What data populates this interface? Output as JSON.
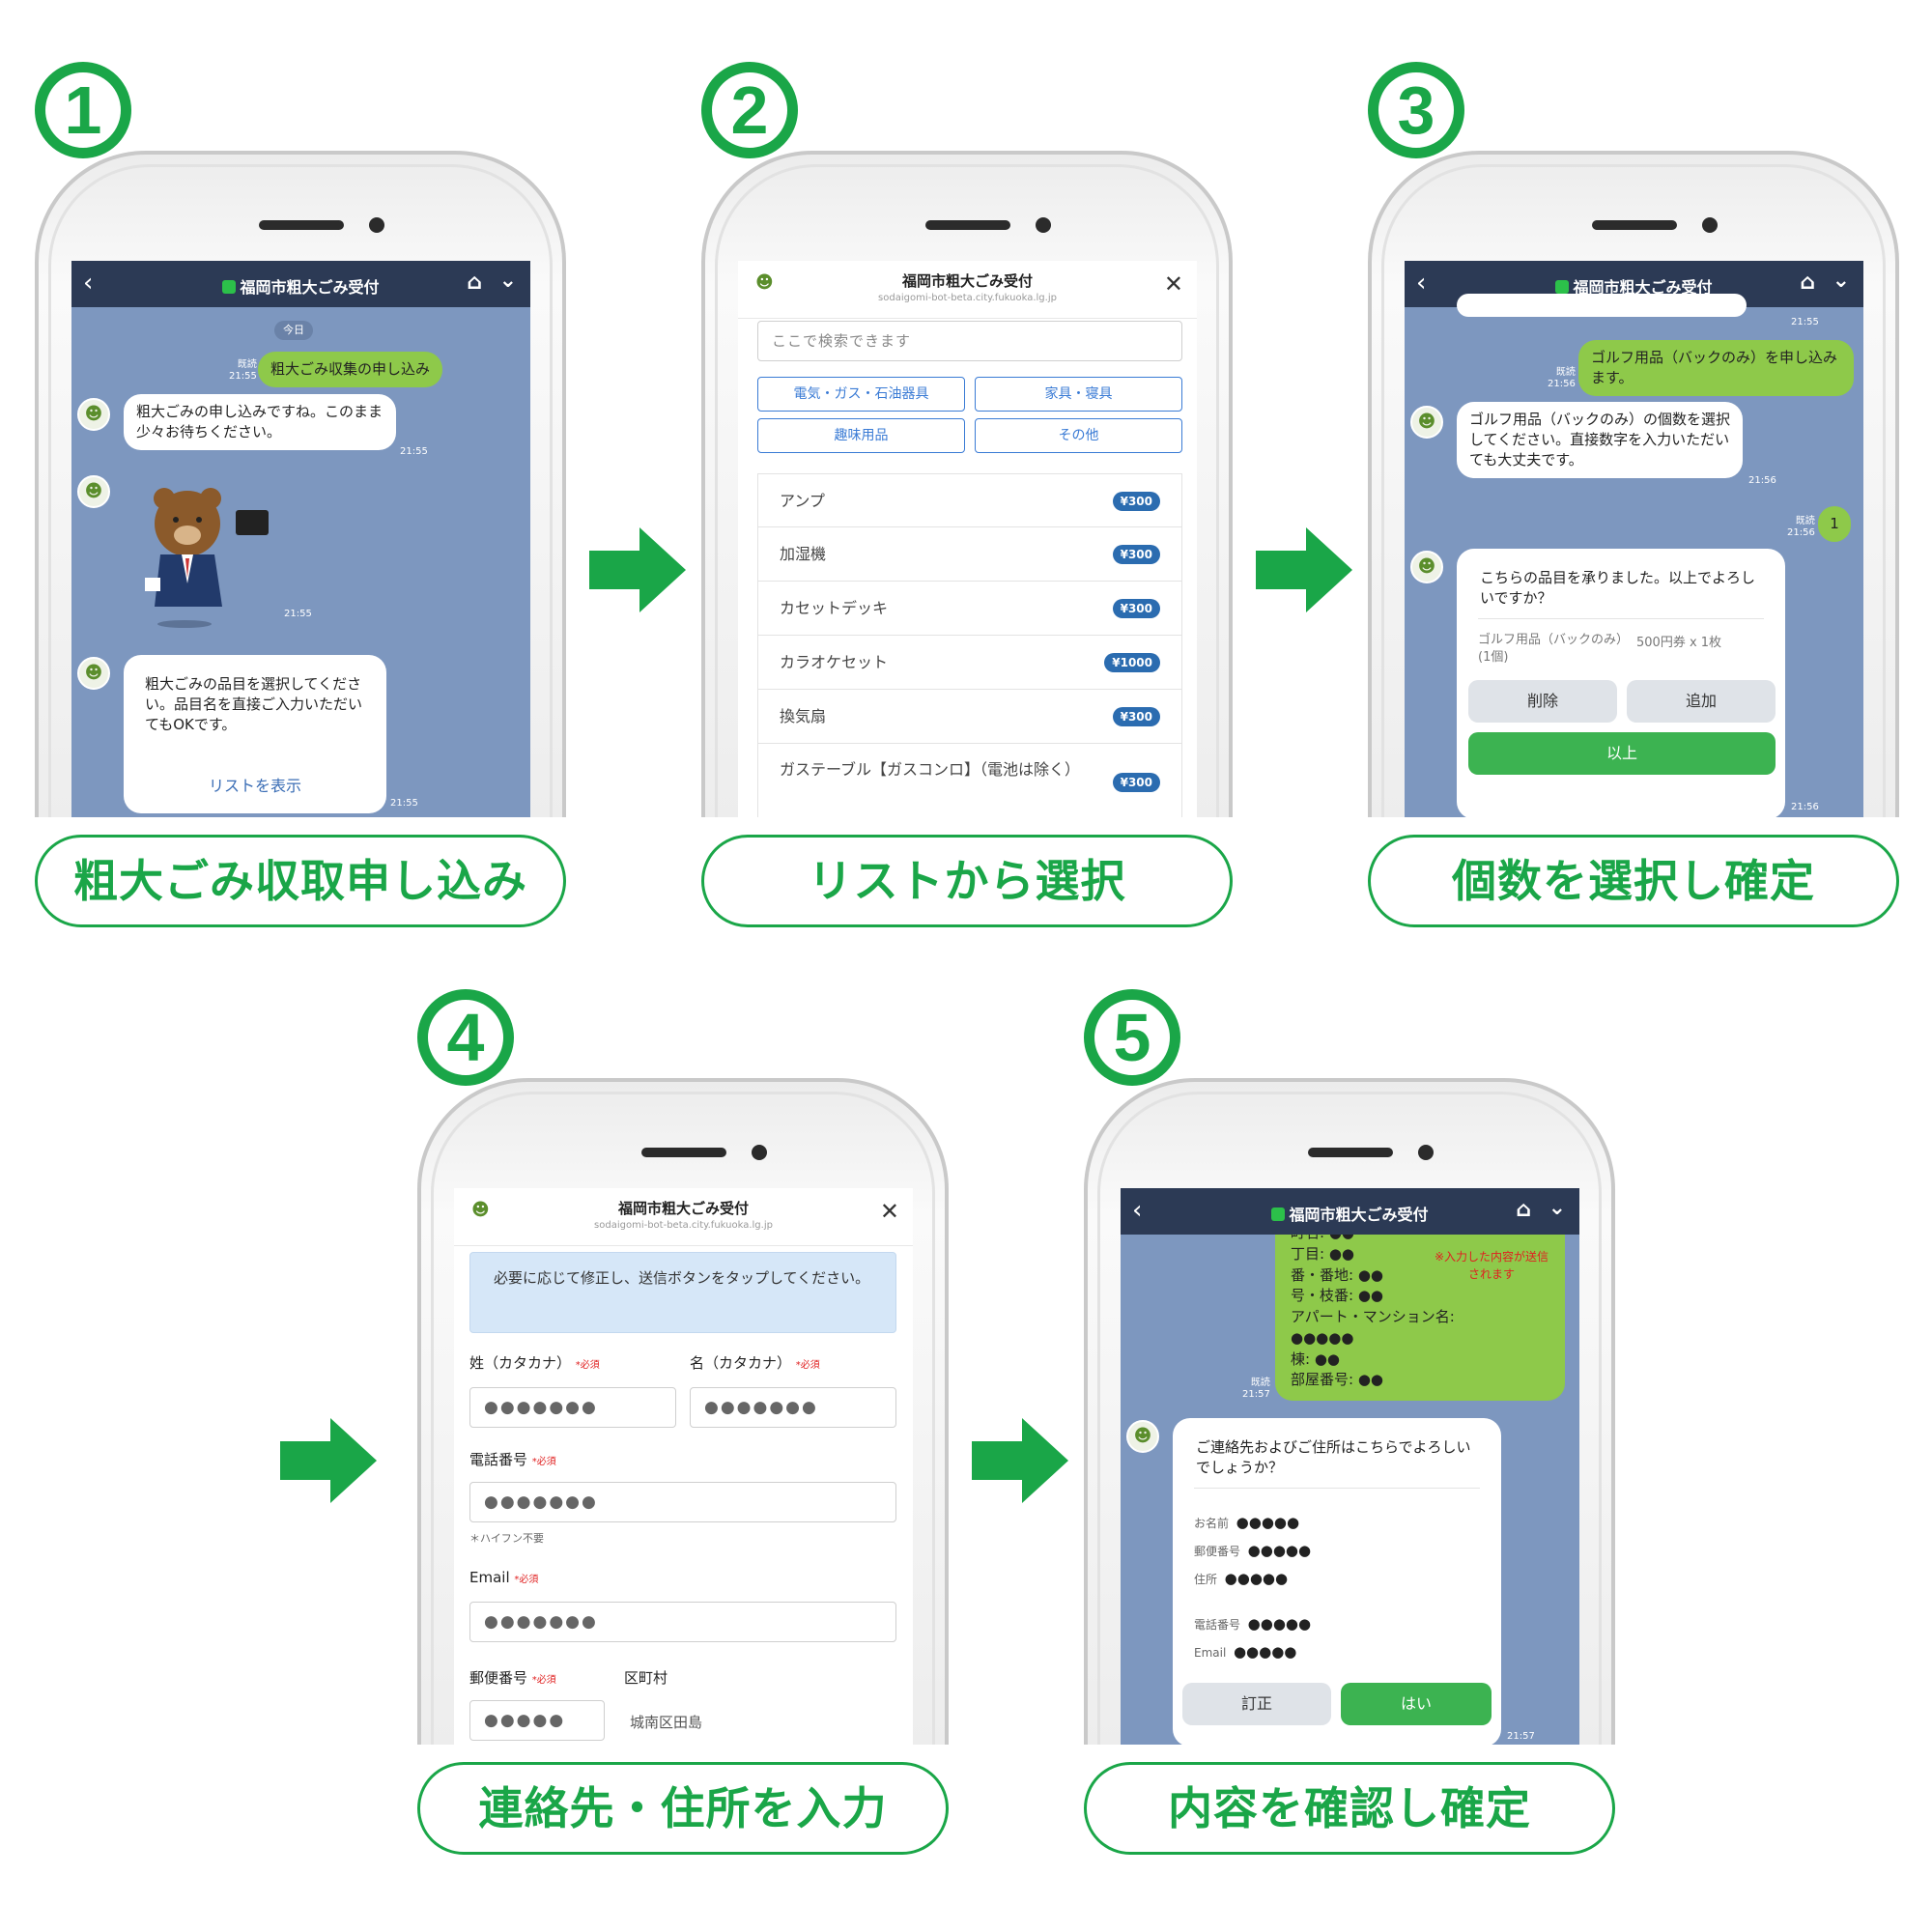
{
  "step1": {
    "num": "1",
    "caption": "粗大ごみ収取申し込み",
    "header_title": "福岡市粗大ごみ受付",
    "date_label": "今日",
    "user_msg": "粗大ごみ収集の申し込み",
    "read_label": "既読",
    "time": "21:55",
    "bot_msg1": "粗大ごみの申し込みですね。このまま少々お待ちください。",
    "bot_msg2": "粗大ごみの品目を選択してください。品目名を直接ご入力いただいてもOKです。",
    "show_list": "リストを表示"
  },
  "step2": {
    "num": "2",
    "caption": "リストから選択",
    "title": "福岡市粗大ごみ受付",
    "url": "sodaigomi-bot-beta.city.fukuoka.lg.jp",
    "search_placeholder": "ここで検索できます",
    "categories": [
      "電気・ガス・石油器具",
      "家具・寝具",
      "趣味用品",
      "その他"
    ],
    "items": [
      {
        "name": "アンプ",
        "price": "¥300"
      },
      {
        "name": "加湿機",
        "price": "¥300"
      },
      {
        "name": "カセットデッキ",
        "price": "¥300"
      },
      {
        "name": "カラオケセット",
        "price": "¥1000"
      },
      {
        "name": "換気扇",
        "price": "¥300"
      },
      {
        "name": "ガステーブル【ガスコンロ】（電池は除く）",
        "price": "¥300"
      }
    ]
  },
  "step3": {
    "num": "3",
    "caption": "個数を選択し確定",
    "header_title": "福岡市粗大ごみ受付",
    "time_top": "21:55",
    "user_msg": "ゴルフ用品（バックのみ）を申し込みます。",
    "read_label": "既読",
    "time": "21:56",
    "bot_msg": "ゴルフ用品（バックのみ）の個数を選択してください。直接数字を入力いただいても大丈夫です。",
    "user_num": "1",
    "confirm_msg": "こちらの品目を承りました。以上でよろしいですか？",
    "item_name": "ゴルフ用品（バックのみ）(1個)",
    "item_price": "500円券 x 1枚",
    "delete": "削除",
    "add": "追加",
    "done": "以上"
  },
  "step4": {
    "num": "4",
    "caption": "連絡先・住所を入力",
    "title": "福岡市粗大ごみ受付",
    "url": "sodaigomi-bot-beta.city.fukuoka.lg.jp",
    "notice": "必要に応じて修正し、送信ボタンをタップしてください。",
    "last_name": "姓（カタカナ）",
    "first_name": "名（カタカナ）",
    "required": "*必須",
    "masked": "●●●●●●●",
    "masked5": "●●●●●",
    "phone": "電話番号",
    "hyphen_note": "＊ハイフン不要",
    "email": "Email",
    "zip": "郵便番号",
    "ward": "区町村",
    "ward_value": "城南区田島"
  },
  "step5": {
    "num": "5",
    "caption": "内容を確認し確定",
    "header_title": "福岡市粗大ごみ受付",
    "addr_lines": [
      "町名: ●●",
      "丁目: ●●",
      "番・番地: ●●",
      "号・枝番: ●●",
      "アパート・マンション名:",
      "●●●●●",
      "棟: ●●",
      "部屋番号: ●●"
    ],
    "red_note": "※入力した内容が送信されます",
    "read_label": "既読",
    "time": "21:57",
    "confirm_msg": "ご連絡先およびご住所はこちらでよろしいでしょうか？",
    "fields": [
      {
        "label": "お名前",
        "value": "●●●●●"
      },
      {
        "label": "郵便番号",
        "value": "●●●●●"
      },
      {
        "label": "住所",
        "value": "●●●●●"
      },
      {
        "label": "電話番号",
        "value": "●●●●●"
      },
      {
        "label": "Email",
        "value": "●●●●●"
      }
    ],
    "fix": "訂正",
    "yes": "はい"
  },
  "colors": {
    "brand_green": "#1aa648",
    "line_header": "#2c3a55",
    "chat_bg": "#7d97bf",
    "bubble_green": "#8ec94a",
    "price_blue": "#2b6cb0"
  }
}
